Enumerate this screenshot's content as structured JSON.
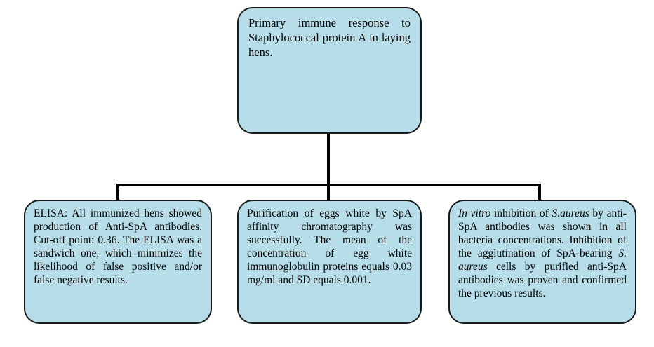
{
  "root": {
    "text": "Primary immune response to Staphylococcal protein A in laying hens."
  },
  "children": [
    {
      "id": "left",
      "segments": [
        {
          "text": "ELISA: All immunized hens showed production of Anti-SpA antibodies.  Cut-off point: 0.36. The ELISA was a sandwich one, which minimizes the likelihood of false positive and/or false negative results.",
          "italic": false
        }
      ]
    },
    {
      "id": "mid",
      "segments": [
        {
          "text": "Purification of eggs white by SpA affinity chromatography was successfully. The mean of the concentration of egg white immunoglobulin proteins equals 0.03 mg/ml and SD equals 0.001.",
          "italic": false
        }
      ]
    },
    {
      "id": "right",
      "segments": [
        {
          "text": "In vitro",
          "italic": true
        },
        {
          "text": " inhibition of ",
          "italic": false
        },
        {
          "text": "S.aureus",
          "italic": true
        },
        {
          "text": " by anti-SpA antibodies was shown in all bacteria concentrations. Inhibition of the agglutination of SpA-bearing ",
          "italic": false
        },
        {
          "text": "S. aureus",
          "italic": true
        },
        {
          "text": " cells by purified anti-SpA antibodies was proven and confirmed the previous results.",
          "italic": false
        }
      ]
    }
  ],
  "colors": {
    "box_fill": "#b7dde8",
    "box_border": "#1a1a1a",
    "connector": "#000000"
  }
}
